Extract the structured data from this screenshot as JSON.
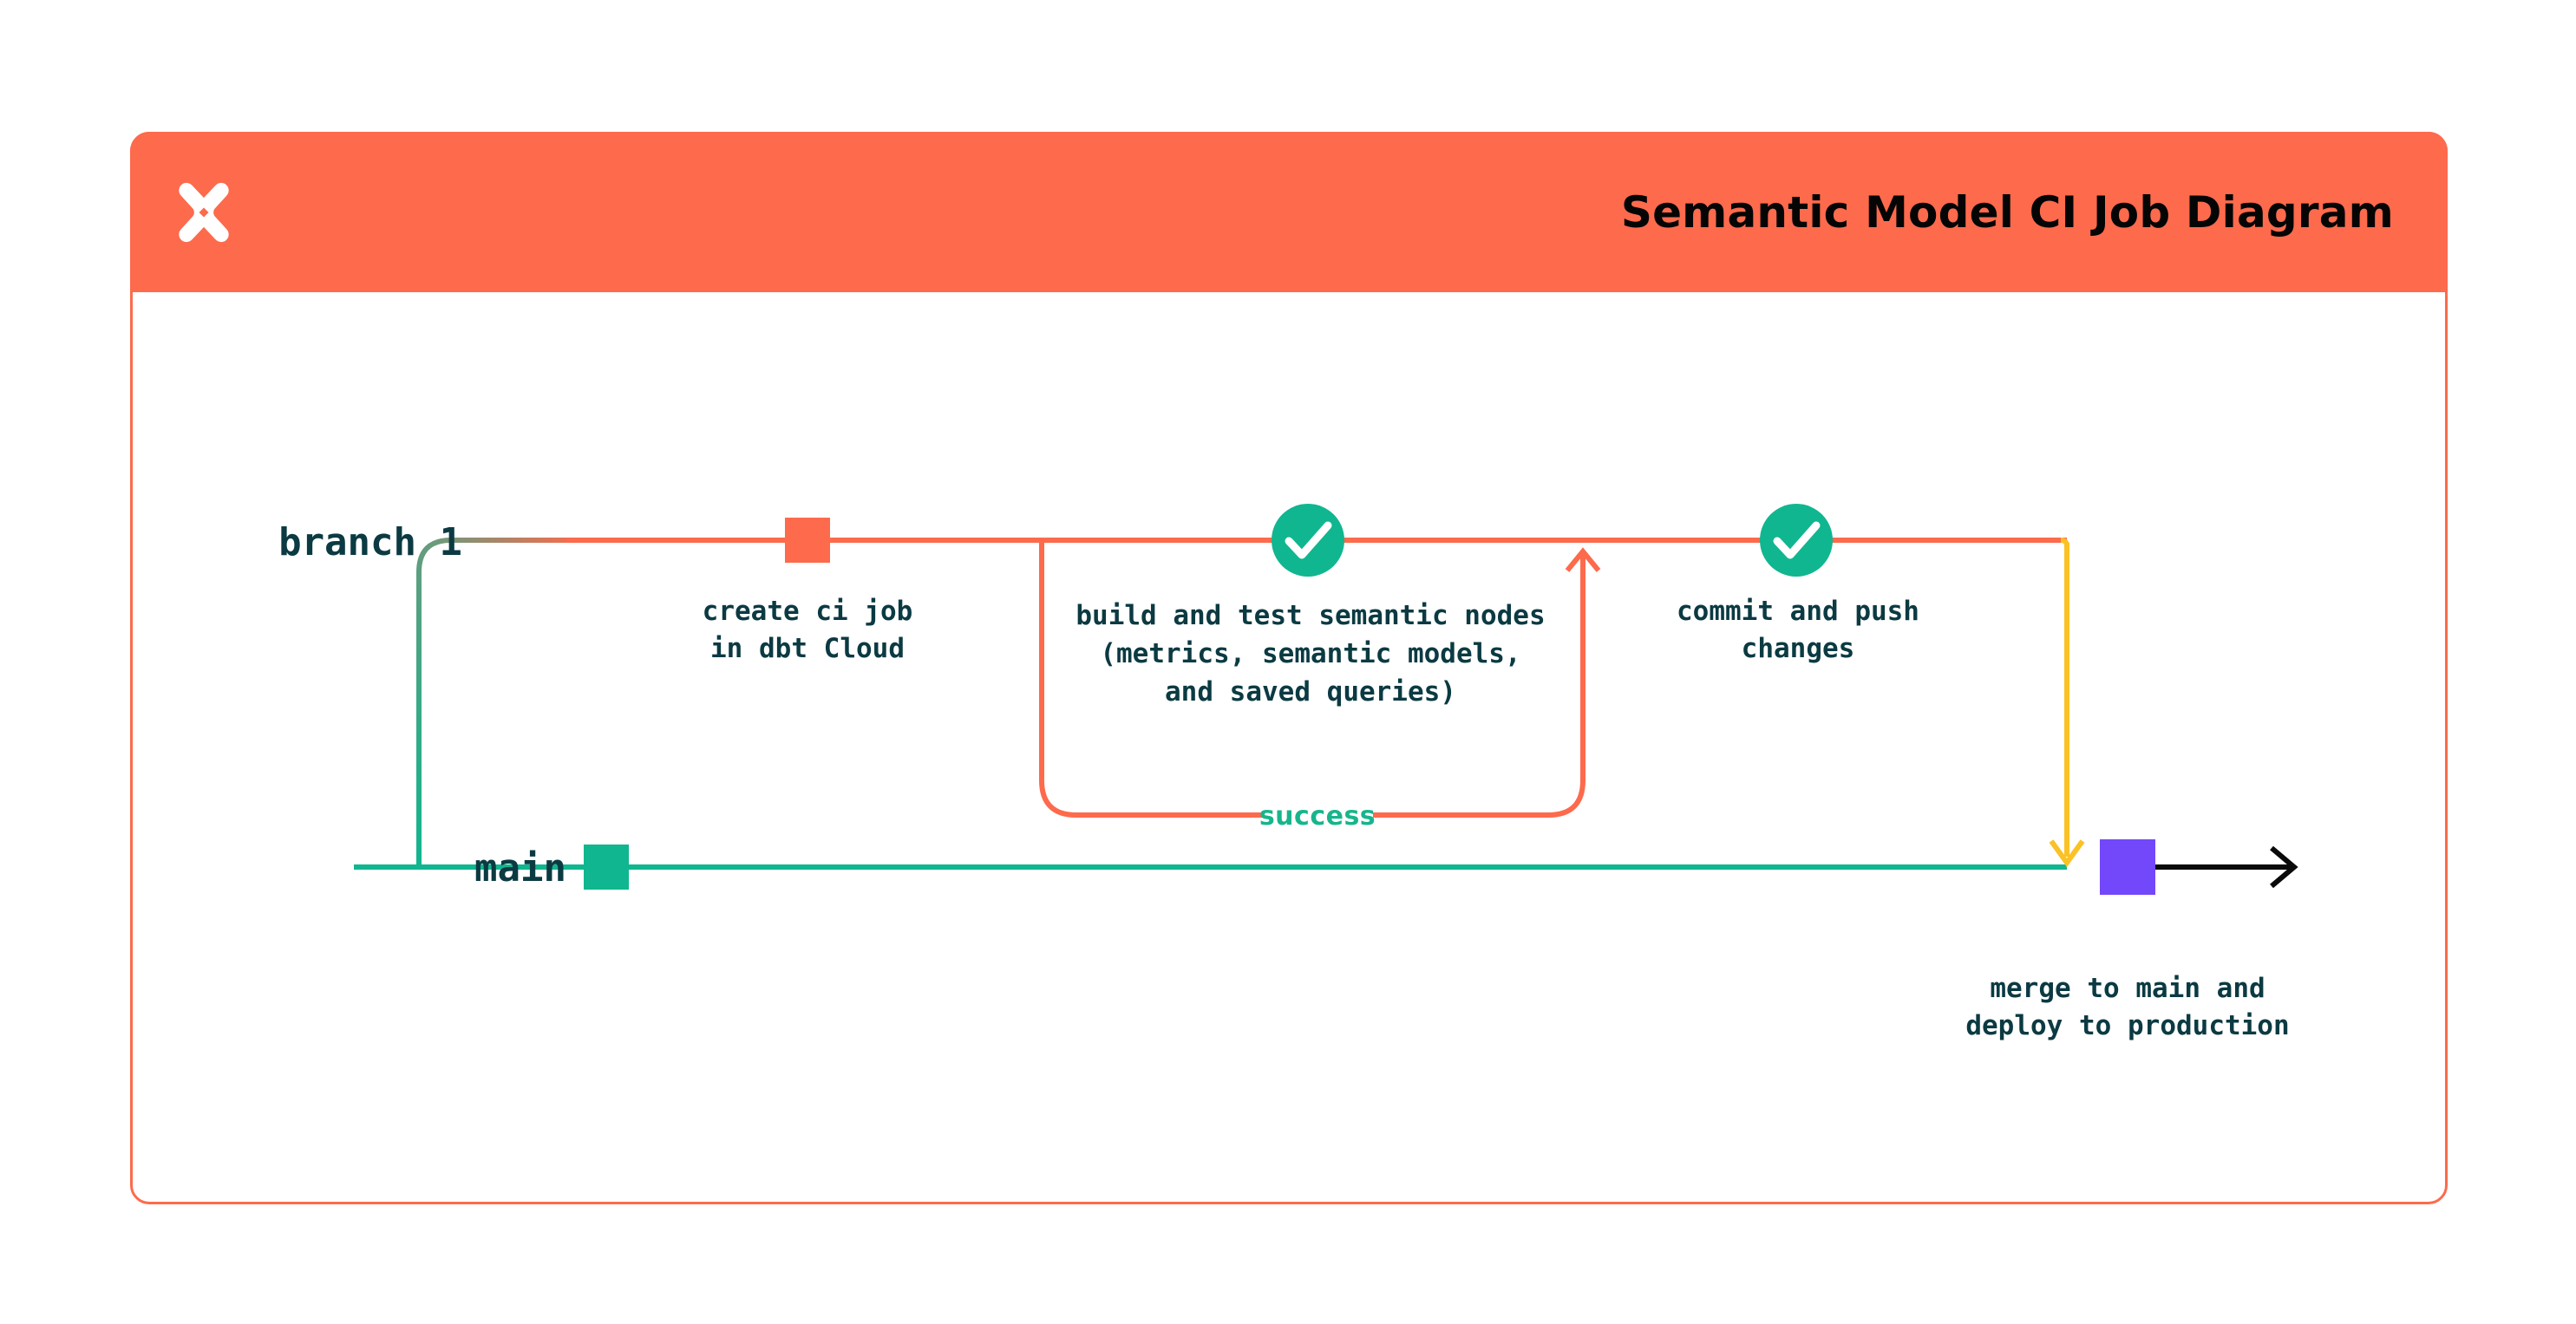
{
  "header": {
    "title": "Semantic Model CI Job Diagram",
    "logo_icon": "dbt-logo-icon",
    "background_color": "#FD6A4C"
  },
  "colors": {
    "brand_orange": "#FD6A4C",
    "branch_green": "#10B68F",
    "success_green": "#18B58C",
    "merge_purple": "#7248FA",
    "yellow": "#FBC226",
    "text_navy": "#0B3A42",
    "arrow_black": "#0A0A0A",
    "card_background": "#FFFFFF"
  },
  "diagram": {
    "type": "git-branch-flow",
    "lanes": [
      {
        "id": "branch-1",
        "label": "branch 1",
        "color": "#FD6A4C"
      },
      {
        "id": "main",
        "label": "main",
        "color": "#10B68F"
      }
    ],
    "nodes": [
      {
        "id": "create-ci-job",
        "marker": "square",
        "marker_color": "#FD6A4C",
        "lane": "branch-1",
        "caption": [
          "create ci job",
          "in dbt Cloud"
        ]
      },
      {
        "id": "build-and-test",
        "marker": "check-circle",
        "marker_color": "#10B68F",
        "lane": "branch-1",
        "caption": [
          "build and test semantic nodes",
          "(metrics, semantic models,",
          "and saved queries)"
        ]
      },
      {
        "id": "commit-and-push",
        "marker": "check-circle",
        "marker_color": "#10B68F",
        "lane": "branch-1",
        "caption": [
          "commit and push",
          "changes"
        ]
      },
      {
        "id": "merge-to-main",
        "marker": "square",
        "marker_color": "#7248FA",
        "lane": "main",
        "caption": [
          "merge to main and",
          "deploy to production"
        ]
      },
      {
        "id": "main-start",
        "marker": "square",
        "marker_color": "#10B68F",
        "lane": "main",
        "caption": []
      }
    ],
    "edges": [
      {
        "id": "success-loop",
        "label": "success",
        "label_color": "#18B58C",
        "color": "#FD6A4C",
        "style": "rounded-loop-with-arrow"
      },
      {
        "id": "merge-arrow",
        "label": "",
        "color": "#FBC226",
        "style": "down-arrow"
      },
      {
        "id": "main-continues",
        "label": "",
        "color": "#0A0A0A",
        "style": "right-arrow"
      }
    ]
  }
}
